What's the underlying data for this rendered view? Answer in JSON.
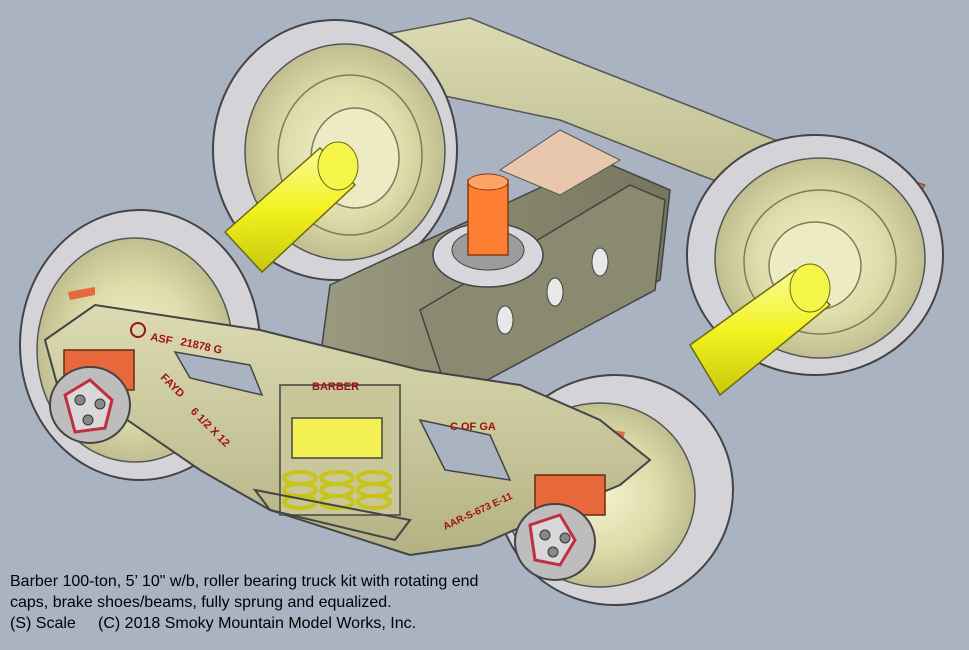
{
  "caption": {
    "line1": "Barber 100-ton, 5’ 10\" w/b, roller bearing truck kit with rotating end",
    "line2": "caps, brake shoes/beams, fully sprung and equalized.",
    "line3": "(S) Scale     (C) 2018 Smoky Mountain Model Works, Inc."
  },
  "castings": {
    "asf": "ASF",
    "part_no": "21878 G",
    "barber": "BARBER",
    "fayd": "FAYD",
    "size": "6 1/2 X 12",
    "c_of_ga": "C OF GA",
    "spec": "AAR-S-673 E-11"
  },
  "colors": {
    "background": "#a9b3c2",
    "sideframe": "#c9c79a",
    "bolster": "#8f8f74",
    "axle": "#f2f21e",
    "center_pin": "#ff7f32",
    "bearing_caps": "#e7683a",
    "springs": "#f2f052",
    "wheel_rim": "#d8d8dc",
    "wheel_face": "#e2e0b0",
    "casting_text": "#a01010"
  }
}
